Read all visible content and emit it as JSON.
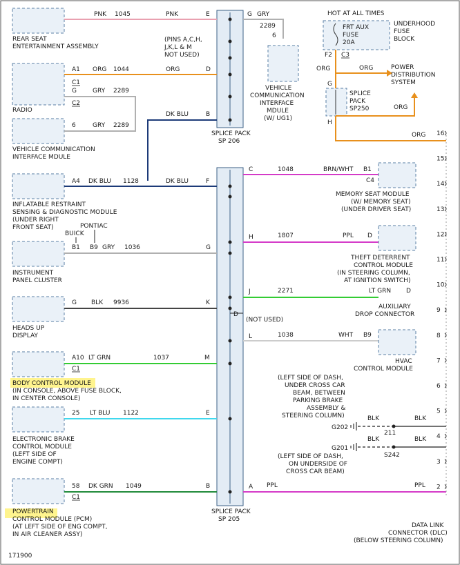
{
  "colors": {
    "pink": "#e9a0b0",
    "orange": "#e8901c",
    "gray": "#b0b0b0",
    "dark_blue": "#1c3a78",
    "brown_white": "#d43ac8",
    "purple": "#d43ac8",
    "light_green": "#33cc33",
    "black": "#444444",
    "white": "#cccccc",
    "light_blue": "#40d8ee",
    "dark_green": "#208a3a",
    "highlight": "#fff27a"
  },
  "components": {
    "rear_seat": {
      "line1": "REAR SEAT",
      "line2": "ENTERTAINMENT ASSEMBLY"
    },
    "radio": {
      "name": "RADIO",
      "conn_c1": "C1",
      "conn_c2": "C2"
    },
    "vcim_left": {
      "line1": "VEHICLE COMMUNICATION",
      "line2": "INTERFACE MDULE"
    },
    "vcim_top": {
      "pin": "6",
      "line1": "VEHICLE",
      "line2": "COMMUNICATION",
      "line3": "INTERFACE",
      "line4": "MDULE",
      "line5": "(W/ UG1)"
    },
    "sdm": {
      "line1": "INFLATABLE RESTRAINT",
      "line2": "SENSING & DIAGNOSTIC MODULE",
      "line3": "(UNDER RIGHT",
      "line4": "FRONT SEAT)"
    },
    "ipc": {
      "line1": "INSTRUMENT",
      "line2": "PANEL CLUSTER",
      "buick": "BUICK",
      "pontiac": "PONTIAC"
    },
    "hud": {
      "line1": "HEADS UP",
      "line2": "DISPLAY"
    },
    "bcm": {
      "line1": "BODY CONTROL MODULE",
      "line2": "(IN CONSOLE, ABOVE FUSE BLOCK,",
      "line3": "IN CENTER CONSOLE)",
      "conn": "C1"
    },
    "ebcm": {
      "line1": "ELECTRONIC BRAKE",
      "line2": "CONTROL MODULE",
      "line3": "(LEFT SIDE OF",
      "line4": "ENGINE COMPT)"
    },
    "pcm": {
      "line1": "POWERTRAIN",
      "line2": "CONTROL MODULE (PCM)",
      "line3": "(AT LEFT SIDE OF ENG COMPT,",
      "line4": "IN AIR CLEANER ASSY)",
      "conn": "C1"
    },
    "memory_seat": {
      "line1": "MEMORY SEAT MODULE",
      "line2": "(W/ MEMORY SEAT)",
      "line3": "(UNDER DRIVER SEAT)",
      "pin": "B1",
      "conn": "C4"
    },
    "theft": {
      "line1": "THEFT DETERRENT",
      "line2": "CONTROL MODULE",
      "line3": "(IN STEERING COLUMN,",
      "line4": "AT IGNITION SWITCH)",
      "pin": "D"
    },
    "aux": {
      "line1": "AUXILIARY",
      "line2": "DROP CONNECTOR",
      "pin": "D"
    },
    "hvac": {
      "line1": "HVAC",
      "line2": "CONTROL MODULE",
      "pin": "B9"
    },
    "fuse_block": {
      "hot": "HOT AT ALL TIMES",
      "fuse1": "FRT AUX",
      "fuse2": "FUSE",
      "fuse3": "20A",
      "ub1": "UNDERHOOD",
      "ub2": "FUSE",
      "ub3": "BLOCK",
      "f2": "F2",
      "c3": "C3"
    },
    "power_dist": {
      "line1": "POWER",
      "line2": "DISTRIBUTION",
      "line3": "SYSTEM"
    },
    "sp250": {
      "line1": "SPLICE",
      "line2": "PACK",
      "line3": "SP250",
      "g": "G",
      "h": "H"
    },
    "dlc": {
      "line1": "DATA LINK",
      "line2": "CONNECTOR (DLC)",
      "line3": "(BELOW STEERING COLUMN)"
    },
    "ground_note": {
      "line1": "(LEFT SIDE OF DASH,",
      "line2": "UNDER CROSS CAR",
      "line3": "BEAM, BETWEEN",
      "line4": "PARKING BRAKE",
      "line5": "ASSEMBLY &",
      "line6": "STEERING COLUMN)"
    },
    "g201_note": {
      "line1": "(LEFT SIDE OF DASH,",
      "line2": "ON UNDERSIDE OF",
      "line3": "CROSS CAR BEAM)"
    }
  },
  "sp206": {
    "line1": "SPLICE PACK",
    "line2": "SP 206",
    "pins_note1": "(PINS A,C,H,",
    "pins_note2": "J,K,L & M",
    "pins_note3": "NOT USED)"
  },
  "sp205": {
    "line1": "SPLICE PACK",
    "line2": "SP 205",
    "not_used": "(NOT USED)"
  },
  "wires": {
    "rse": {
      "pin": "",
      "color_l": "PNK",
      "circuit": "1045",
      "color_r": "PNK",
      "sp_pin": "E"
    },
    "vcim_top": {
      "sp_pin": "G",
      "color": "GRY",
      "circuit": "2289"
    },
    "radio": {
      "pin": "A1",
      "color_l": "ORG",
      "circuit": "1044",
      "color_r": "ORG",
      "sp_pin": "D"
    },
    "radio_c2": {
      "pin": "G",
      "color": "GRY",
      "circuit": "2289"
    },
    "vcim_left": {
      "pin": "6",
      "color": "GRY",
      "circuit": "2289"
    },
    "sp206_b": {
      "color": "DK BLU",
      "sp_pin": "B"
    },
    "sdm": {
      "pin": "A4",
      "color_l": "DK BLU",
      "circuit": "1128",
      "color_r": "DK BLU",
      "sp_pin": "F"
    },
    "ipc": {
      "pin1": "B1",
      "pin2": "B9",
      "color": "GRY",
      "circuit": "1036",
      "sp_pin": "G"
    },
    "hud": {
      "pin": "G",
      "color": "BLK",
      "circuit": "9936",
      "sp_pin": "K"
    },
    "bcm": {
      "pin": "A10",
      "color": "LT GRN",
      "circuit": "1037",
      "sp_pin": "M"
    },
    "ebcm": {
      "pin": "25",
      "color": "LT BLU",
      "circuit": "1122",
      "sp_pin": "E"
    },
    "pcm": {
      "pin": "58",
      "color": "DK GRN",
      "circuit": "1049",
      "sp_pin": "B"
    },
    "memory": {
      "sp_pin": "C",
      "circuit": "1048",
      "color": "BRN/WHT"
    },
    "theft": {
      "sp_pin": "H",
      "circuit": "1807",
      "color": "PPL"
    },
    "aux": {
      "sp_pin": "J",
      "circuit": "2271",
      "color": "LT GRN"
    },
    "sp205_d": {
      "sp_pin": "D"
    },
    "hvac": {
      "sp_pin": "L",
      "circuit": "1038",
      "color": "WHT"
    },
    "dlc2": {
      "sp_pin": "A",
      "color_l": "PPL",
      "color_r": "PPL"
    },
    "fuse_out": {
      "color1": "ORG",
      "color2": "ORG",
      "color3": "ORG",
      "color4": "ORG"
    },
    "g202": {
      "name": "G202",
      "color_l": "BLK",
      "splice": "211",
      "color_r": "BLK"
    },
    "g201": {
      "name": "G201",
      "color_l": "BLK",
      "splice": "S242",
      "color_r": "BLK"
    }
  },
  "dlc_pins": [
    "16",
    "15",
    "14",
    "13",
    "12",
    "11",
    "10",
    "9",
    "8",
    "7",
    "6",
    "5",
    "4",
    "3",
    "2"
  ],
  "figure_id": "171900"
}
